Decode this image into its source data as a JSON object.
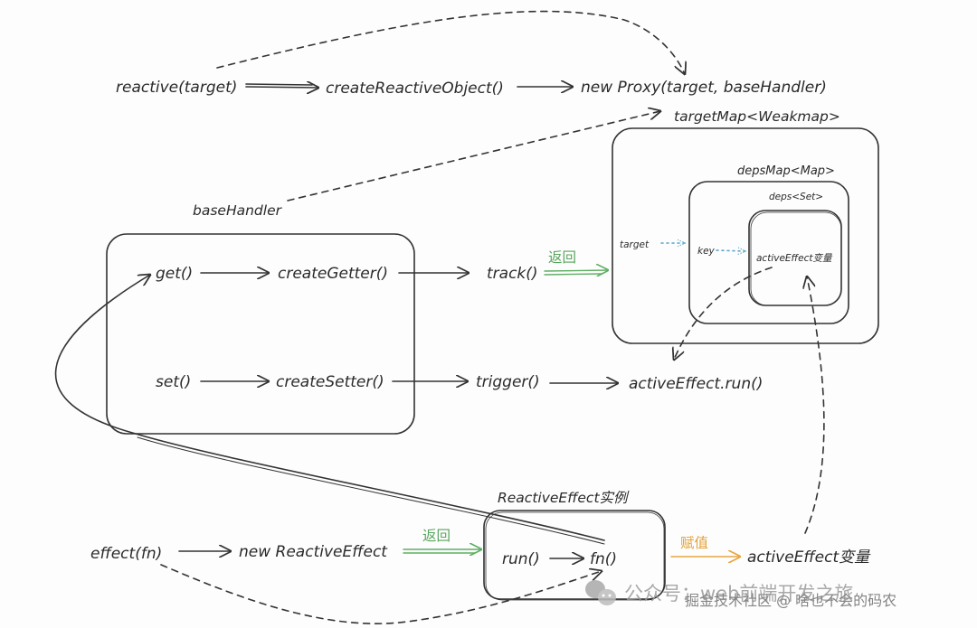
{
  "nodes": {
    "reactive": "reactive(target)",
    "createReactiveObject": "createReactiveObject()",
    "newProxy": "new Proxy(target, baseHandler)",
    "targetMap": "targetMap<Weakmap>",
    "depsMap": "depsMap<Map>",
    "deps": "deps<Set>",
    "target": "target",
    "key": "key",
    "activeEffectVarInner": "activeEffect变量",
    "baseHandler": "baseHandler",
    "get": "get()",
    "createGetter": "createGetter()",
    "track": "track()",
    "set": "set()",
    "createSetter": "createSetter()",
    "trigger": "trigger()",
    "activeEffectRun": "activeEffect.run()",
    "reactiveEffectInstance": "ReactiveEffect实例",
    "effect": "effect(fn)",
    "newReactiveEffect": "new ReactiveEffect",
    "run": "run()",
    "fn": "fn()",
    "activeEffectVar": "activeEffect变量"
  },
  "edge_labels": {
    "return_track": "返回",
    "return_effect": "返回",
    "assign": "赋值"
  },
  "colors": {
    "ink": "#333333",
    "green": "#5fae63",
    "orange": "#e7a640",
    "dotted_blue": "#5aa6c8"
  },
  "watermark": {
    "line1": "公众号：web前端开发之旅",
    "line2": "掘金技术社区 @ 啥也不会的码农"
  }
}
